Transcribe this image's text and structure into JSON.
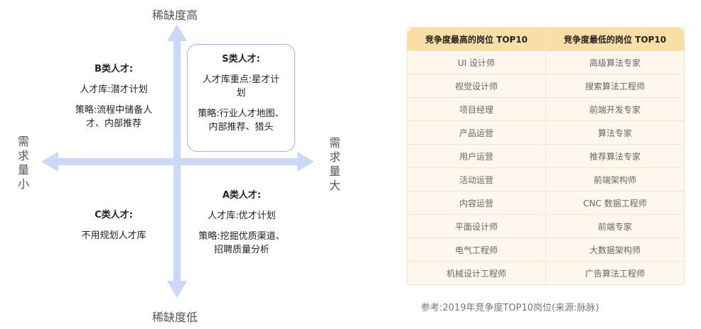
{
  "quadrant": {
    "top": "稀缺度高",
    "bottom": "稀缺度低",
    "left": "需求量小",
    "right": "需求量大",
    "b": {
      "title": "B类人才:",
      "line1": "人才库:潜才计划",
      "line2": "策略:流程中储备人",
      "line3": "才、内部推荐"
    },
    "s": {
      "title": "S类人才:",
      "line1": "人才库重点:星才计",
      "line1b": "划",
      "line2": "策略:行业人才地图、",
      "line3": "内部推荐、猎头"
    },
    "c": {
      "title": "C类人才:",
      "line1": "不用规划人才库"
    },
    "a": {
      "title": "A类人才:",
      "line1": "人才库:优才计划",
      "line2": "策略:挖掘优质渠道、",
      "line3": "招聘质量分析"
    }
  },
  "table": {
    "headers": [
      "竞争度最高的岗位 TOP10",
      "竞争度最低的岗位 TOP10"
    ],
    "rows": [
      [
        "UI 设计师",
        "高级算法专家"
      ],
      [
        "视觉设计师",
        "搜索算法工程师"
      ],
      [
        "项目经理",
        "前端开发专家"
      ],
      [
        "产品运营",
        "算法专家"
      ],
      [
        "用户运营",
        "推荐算法专家"
      ],
      [
        "活动运营",
        "前端架构师"
      ],
      [
        "内容运营",
        "CNC 数据工程师"
      ],
      [
        "平面设计师",
        "前端专家"
      ],
      [
        "电气工程师",
        "大数据架构师"
      ],
      [
        "机械设计工程师",
        "广告算法工程师"
      ]
    ]
  },
  "caption": "参考:2019年竞争度TOP10岗位(来源:脉脉)",
  "colors": {
    "axis": "#c9d9f7",
    "box_border": "#9bb3ea",
    "header": "#f9dfa6",
    "cell": "#fdf7ee"
  }
}
